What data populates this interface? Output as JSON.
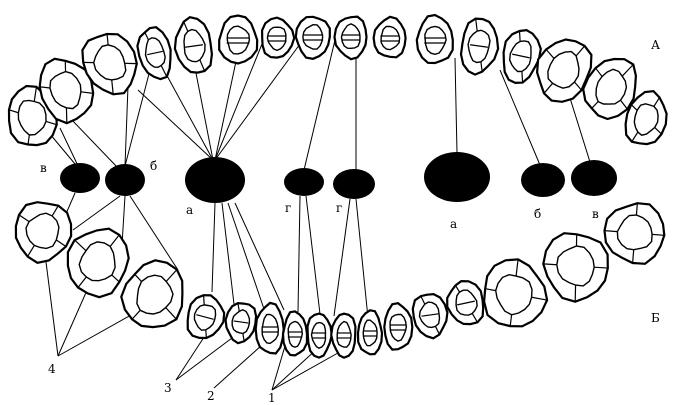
{
  "figure": {
    "jaw_labels": {
      "upper": "А",
      "lower": "Б"
    },
    "spot_labels": {
      "left_v": "в",
      "left_b": "б",
      "left_a": "а",
      "left_g": "г",
      "right_g": "г",
      "right_a": "а",
      "right_b": "б",
      "right_v": "в"
    },
    "number_labels": {
      "n1": "1",
      "n2": "2",
      "n3": "3",
      "n4": "4"
    },
    "colors": {
      "ink": "#000000",
      "paper": "#ffffff"
    }
  }
}
